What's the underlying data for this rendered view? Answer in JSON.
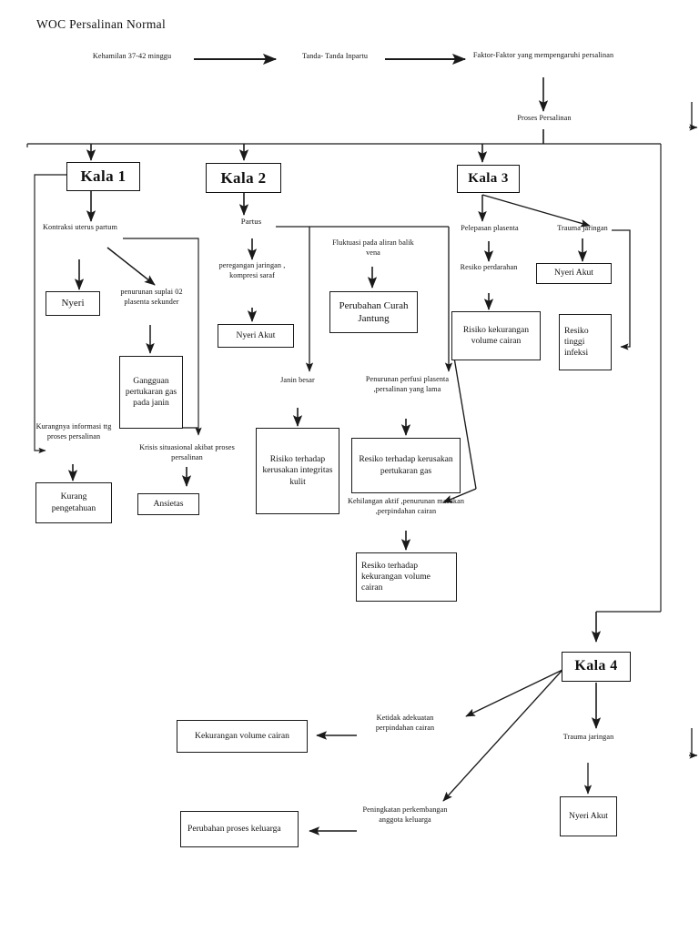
{
  "document": {
    "title": "WOC Persalinan Normal",
    "language": "id"
  },
  "chart_data": {
    "type": "diagram",
    "title": "WOC Persalinan Normal",
    "orientation": "top-down flowchart"
  },
  "top_flow": {
    "n1": "Kehamilan 37-42 minggu",
    "n2": "Tanda- Tanda Inpartu",
    "n3": "Faktor-Faktor yang mempengaruhi persalinan",
    "n4": "Proses Persalinan"
  },
  "stages": {
    "kala1": "Kala 1",
    "kala2": "Kala 2",
    "kala3": "Kala 3",
    "kala4": "Kala 4"
  },
  "kala1_branch": {
    "kontraksi": "Kontraksi uterus partum",
    "nyeri": "Nyeri",
    "penurunan_suplai": "penurunan suplai 02 plasenta sekunder",
    "gangguan": "Gangguan pertukaran gas pada janin",
    "kurangnya_info": "Kurangnya informasi ttg proses persalinan",
    "kurang_pengetahuan": "Kurang pengetahuan",
    "krisis": "Krisis situasional akibat proses persalinan",
    "ansietas": "Ansietas"
  },
  "kala2_branch": {
    "partus": "Partus",
    "peregangan": "peregangan jaringan , kompresi saraf",
    "nyeri_akut": "Nyeri Akut",
    "fluktuasi": "Fluktuasi pada aliran balik vena",
    "perubahan_curah": "Perubahan Curah Jantung",
    "janin_besar": "Janin besar",
    "risiko_kulit": "Risiko terhadap kerusakan integritas kulit",
    "penurunan_perfusi": "Penurunan perfusi plasenta ,persalinan yang lama",
    "resiko_gas": "Resiko terhadap kerusakan pertukaran gas",
    "kehilangan_aktif": "Kehilangan aktif ,penurunan masukan ,perpindahan cairan",
    "resiko_volume": "Resiko terhadap kekurangan volume cairan"
  },
  "kala3_branch": {
    "pelepasan": "Pelepasan plasenta",
    "trauma": "Trauma jaringan",
    "resiko_perdarahan": "Resiko perdarahan",
    "nyeri_akut": "Nyeri Akut",
    "risiko_volume": "Risiko kekurangan volume cairan",
    "resiko_infeksi": "Resiko tinggi infeksi"
  },
  "kala4_branch": {
    "ketidak_adekuatan": "Ketidak adekuatan perpindahan cairan",
    "kekurangan_volume": "Kekurangan volume cairan",
    "peningkatan": "Peningkatan perkembangan anggota keluarga",
    "perubahan_keluarga": "Perubahan proses keluarga",
    "trauma": "Trauma jaringan",
    "nyeri_akut": "Nyeri Akut"
  },
  "colors": {
    "stroke": "#1a1a1a",
    "background": "#ffffff",
    "text": "#111111"
  }
}
